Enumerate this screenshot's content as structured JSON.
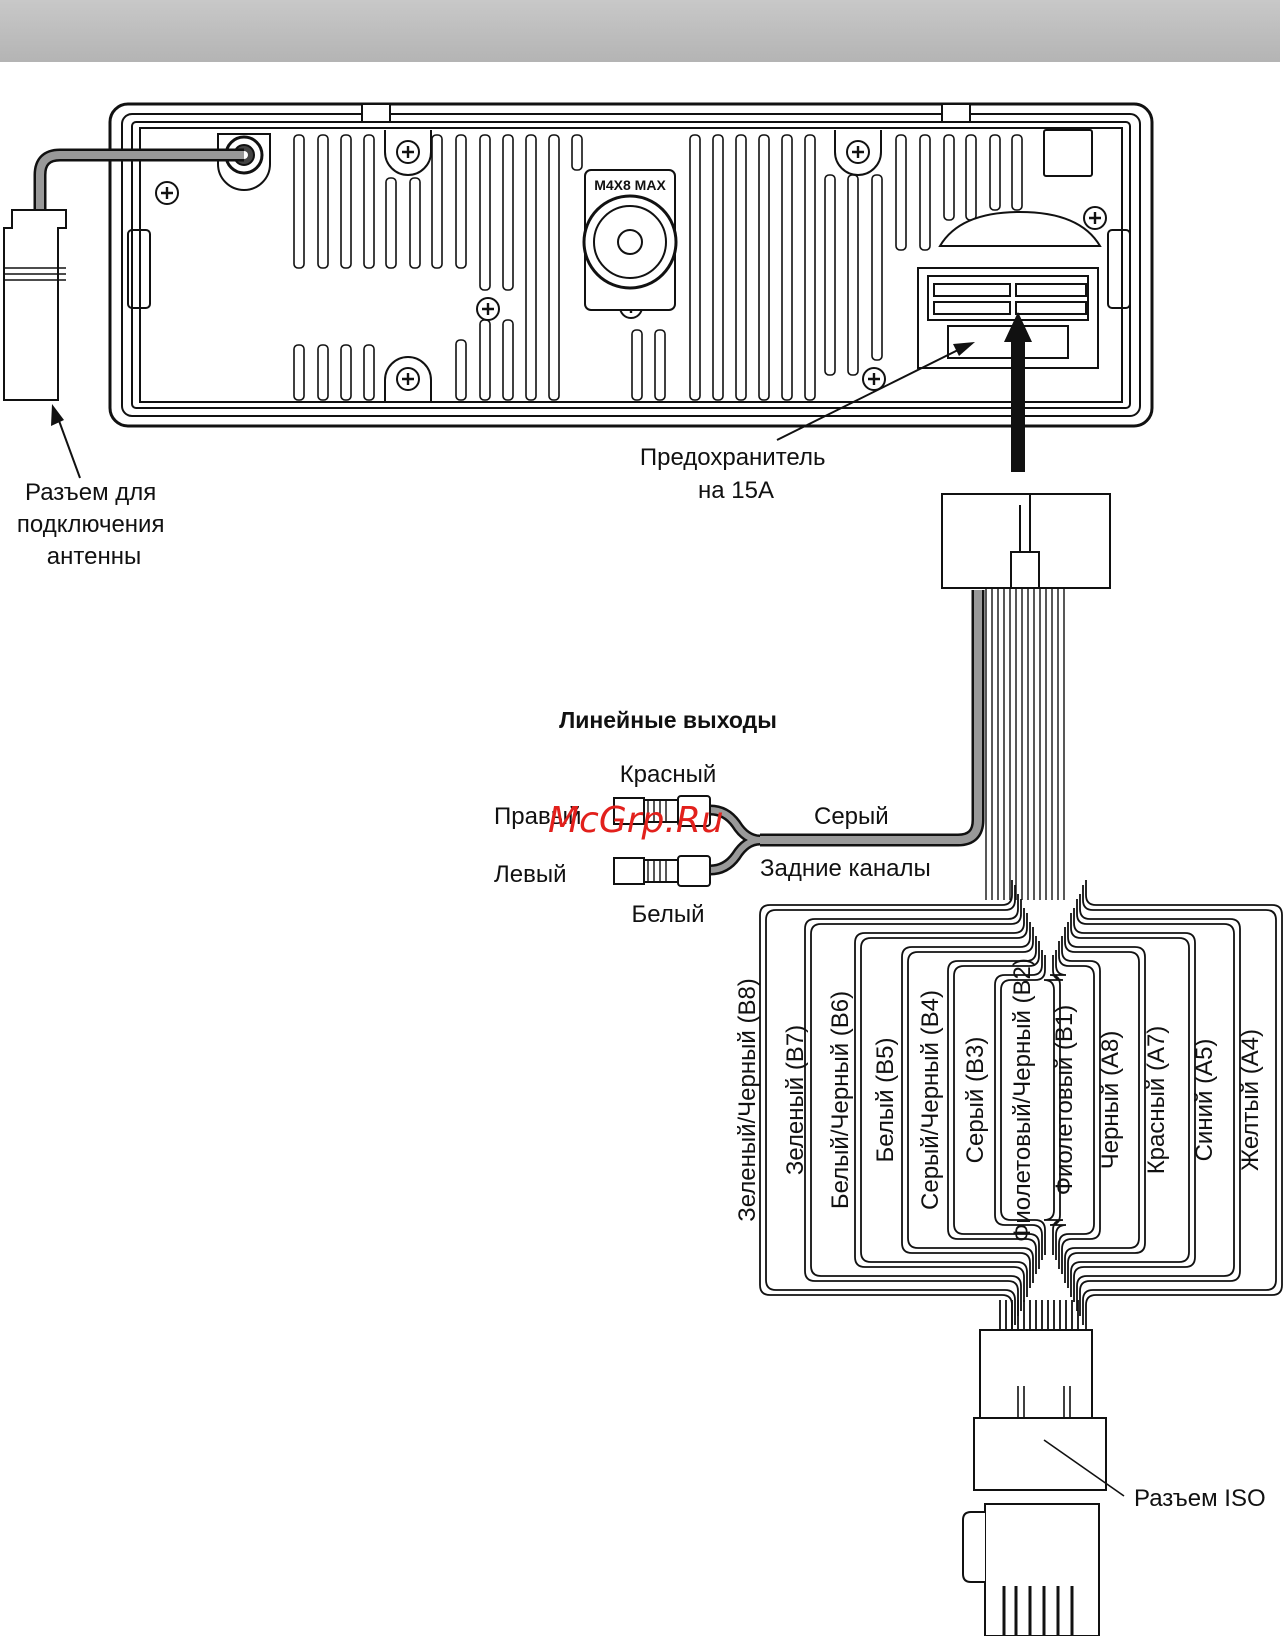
{
  "unit_labels": {
    "screw_marking": "M4X8 MAX"
  },
  "antenna": {
    "label_lines": [
      "Разъем для",
      "подключения",
      "антенны"
    ]
  },
  "fuse": {
    "label_lines": [
      "Предохранитель",
      "на 15А"
    ]
  },
  "line_outputs": {
    "title": "Линейные выходы",
    "red": "Красный",
    "right": "Правый",
    "left": "Левый",
    "white": "Белый",
    "gray": "Серый",
    "rear_channels": "Задние каналы"
  },
  "wires": [
    {
      "label": "Зеленый/Черный (В8)"
    },
    {
      "label": "Зеленый (В7)"
    },
    {
      "label": "Белый/Черный (В6)"
    },
    {
      "label": "Белый (В5)"
    },
    {
      "label": "Серый/Черный (В4)"
    },
    {
      "label": "Серый (В3)"
    },
    {
      "label": "Фиолетовый/Черный (В2)"
    },
    {
      "label": "Фиолетовый (В1)"
    },
    {
      "label": "Черный (А8)"
    },
    {
      "label": "Красный (А7)"
    },
    {
      "label": "Синий (А5)"
    },
    {
      "label": "Желтый (А4)"
    }
  ],
  "iso": {
    "label": "Разъем ISO"
  },
  "watermark": "McGrp.Ru"
}
